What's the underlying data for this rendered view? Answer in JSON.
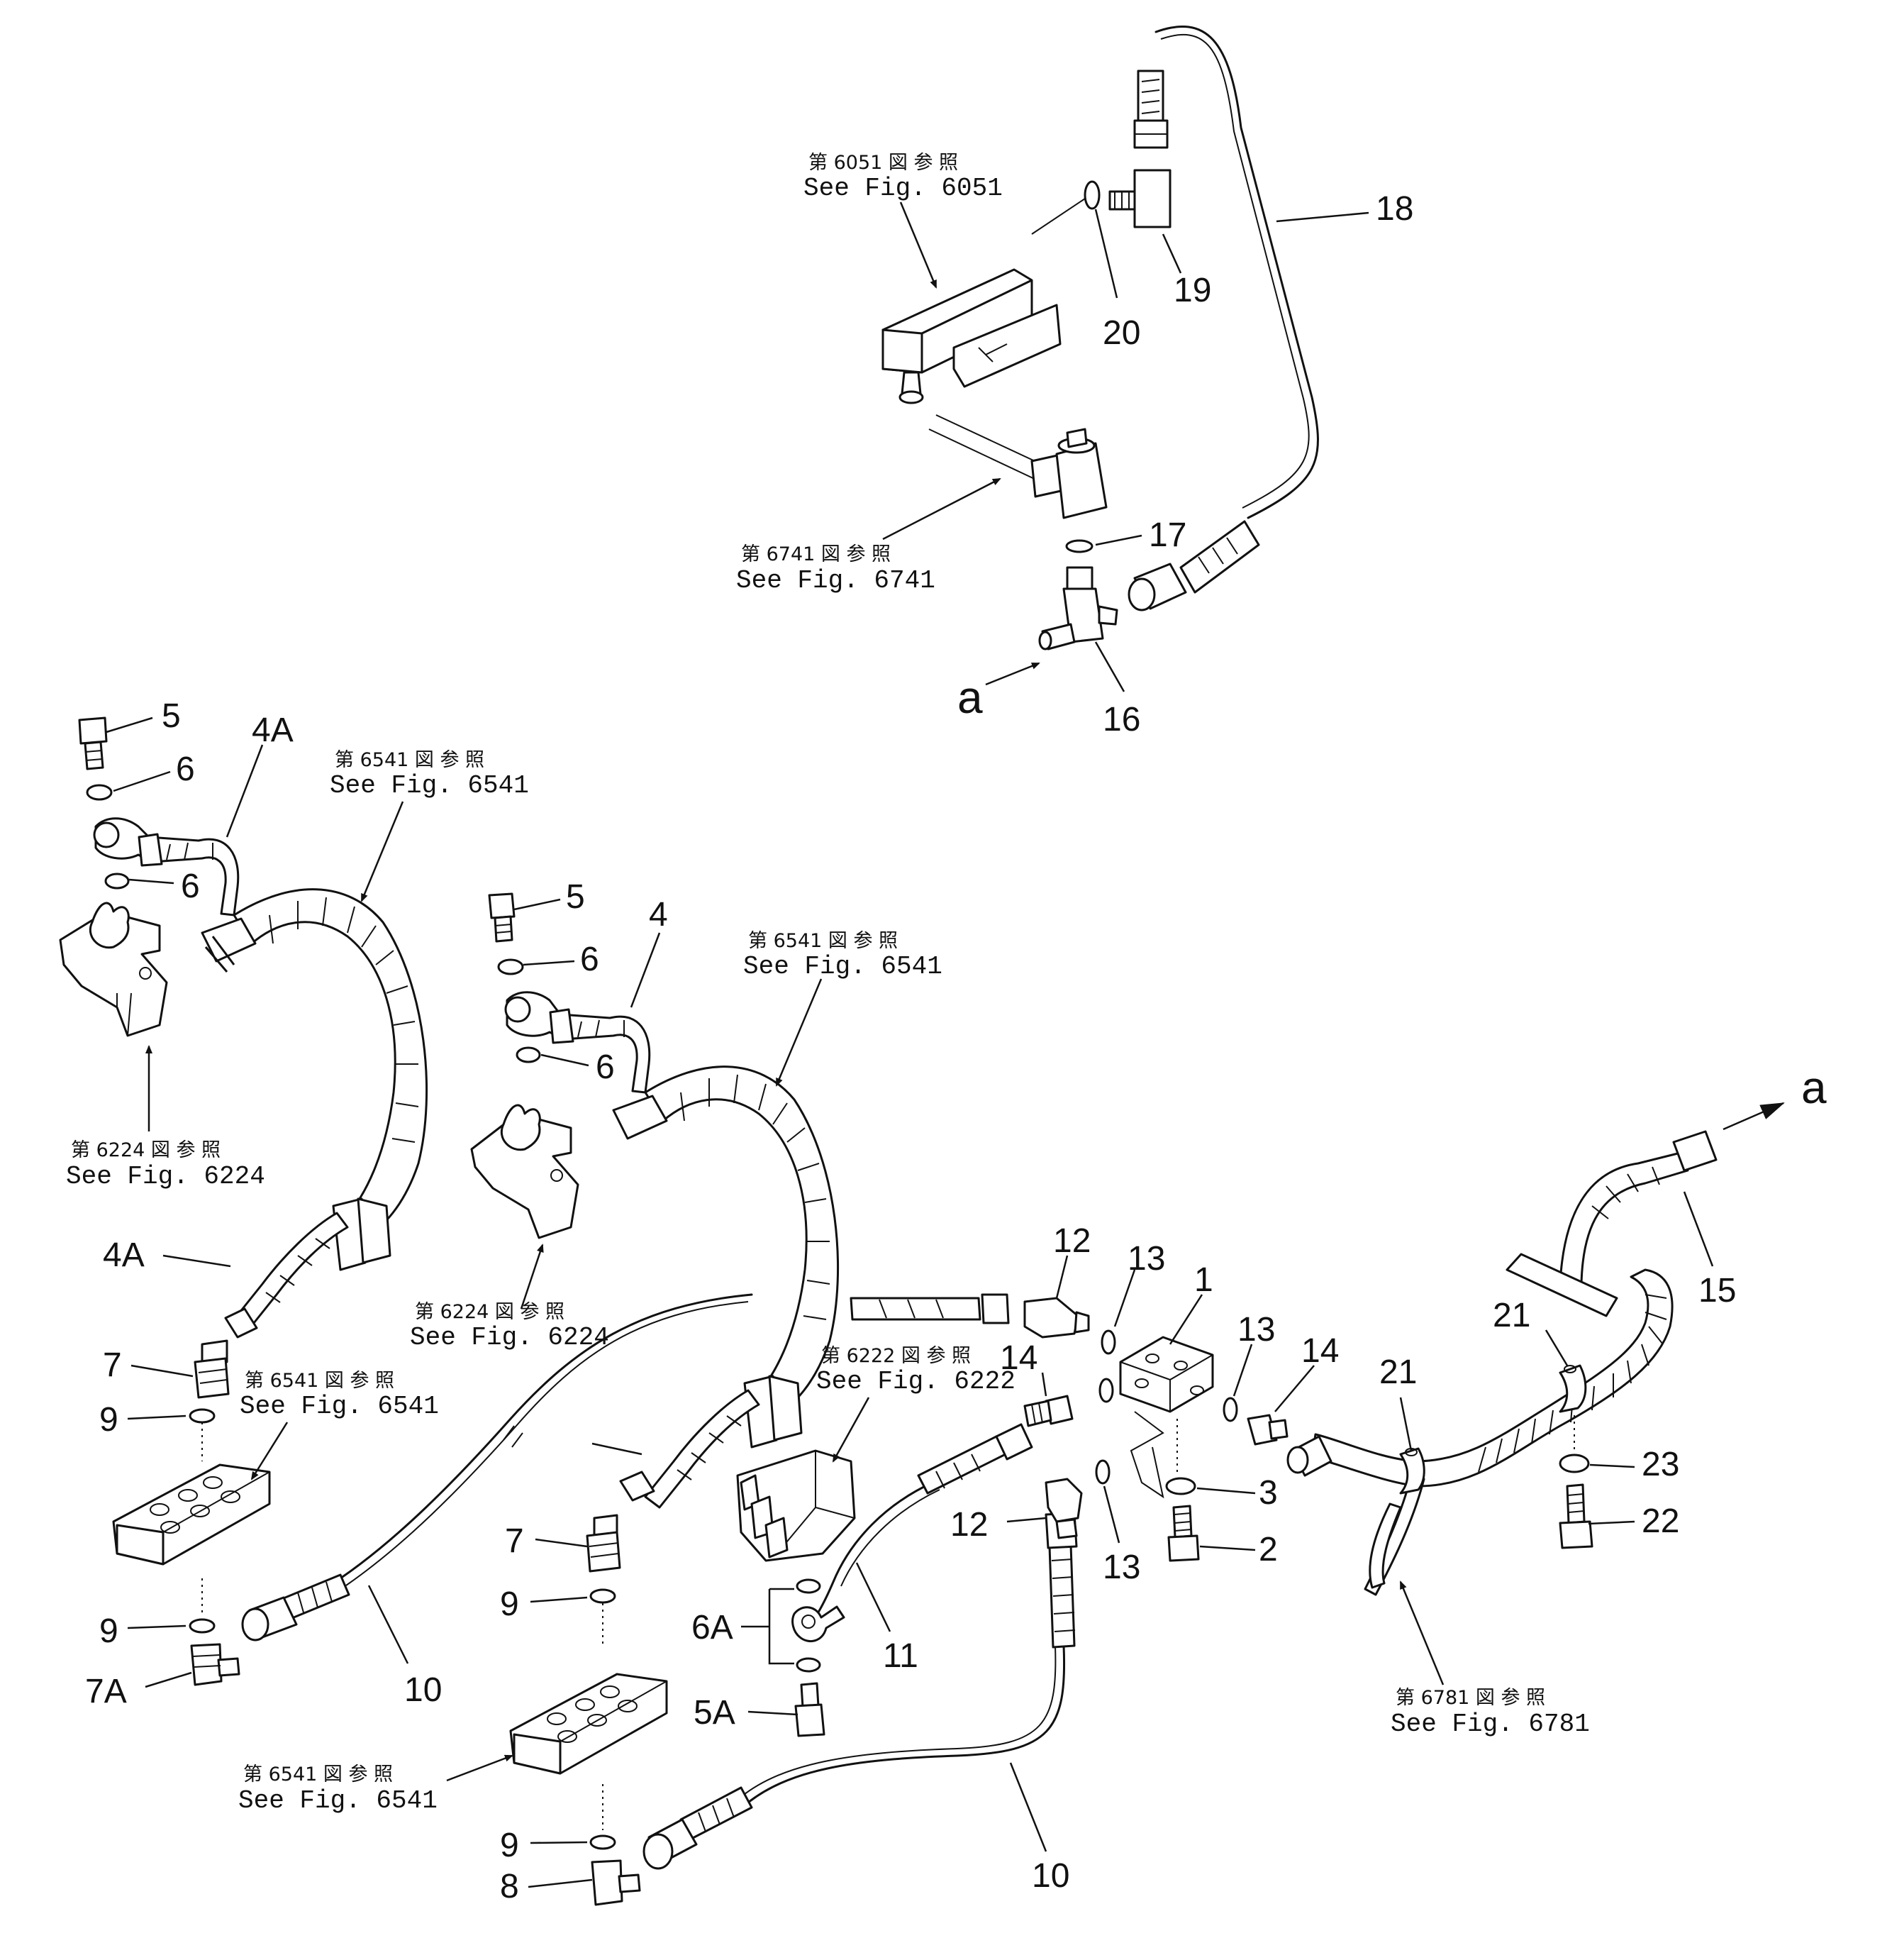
{
  "part_labels": [
    "1",
    "2",
    "3",
    "4",
    "4A",
    "4A",
    "5",
    "5",
    "5A",
    "6",
    "6",
    "6",
    "6",
    "6A",
    "7",
    "7",
    "7A",
    "8",
    "9",
    "9",
    "9",
    "9",
    "10",
    "10",
    "11",
    "12",
    "12",
    "13",
    "13",
    "13",
    "14",
    "14",
    "15",
    "16",
    "17",
    "18",
    "19",
    "20",
    "21",
    "21",
    "22",
    "23"
  ],
  "figure_refs": [
    {
      "jp": "第 6051 図 参 照",
      "en": "See Fig. 6051"
    },
    {
      "jp": "第 6741 図 参 照",
      "en": "See Fig. 6741"
    },
    {
      "jp": "第 6541 図 参 照",
      "en": "See Fig. 6541"
    },
    {
      "jp": "第 6541 図 参 照",
      "en": "See Fig. 6541"
    },
    {
      "jp": "第 6224 図 参 照",
      "en": "See Fig. 6224"
    },
    {
      "jp": "第 6224 図 参 照",
      "en": "See Fig. 6224"
    },
    {
      "jp": "第 6541 図 参 照",
      "en": "See Fig. 6541"
    },
    {
      "jp": "第 6222 図 参 照",
      "en": "See Fig. 6222"
    },
    {
      "jp": "第 6541 図 参 照",
      "en": "See Fig. 6541"
    },
    {
      "jp": "第 6781 図 参 照",
      "en": "See Fig. 6781"
    }
  ],
  "connection_marks": [
    "a",
    "a"
  ]
}
